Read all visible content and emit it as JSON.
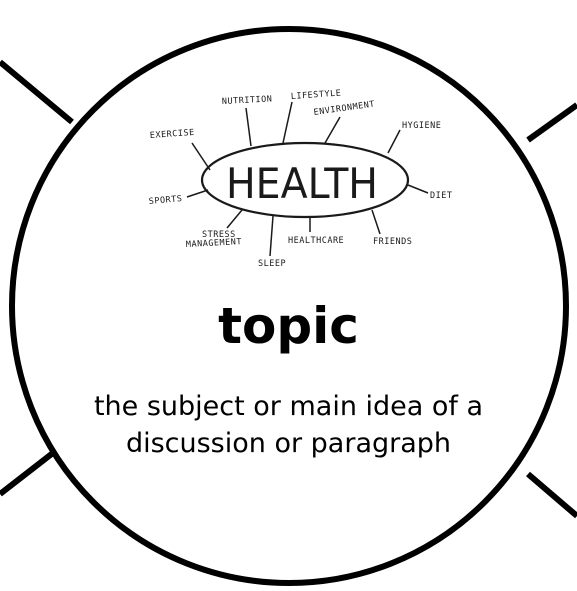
{
  "word_map": {
    "center": "HEALTH",
    "labels": {
      "nutrition": "NUTRITION",
      "lifestyle": "LIFESTYLE",
      "environment": "ENVIRONMENT",
      "hygiene": "HYGIENE",
      "exercise": "EXERCISE",
      "diet": "DIET",
      "sports": "SPORTS",
      "stress_1": "STRESS",
      "stress_2": "MANAGEMENT",
      "healthcare": "HEALTHCARE",
      "friends": "FRIENDS",
      "sleep": "SLEEP"
    }
  },
  "term": {
    "title": "topic",
    "definition": "the subject or main idea of a discussion or paragraph"
  },
  "colors": {
    "ink": "#000000",
    "background": "#ffffff"
  }
}
